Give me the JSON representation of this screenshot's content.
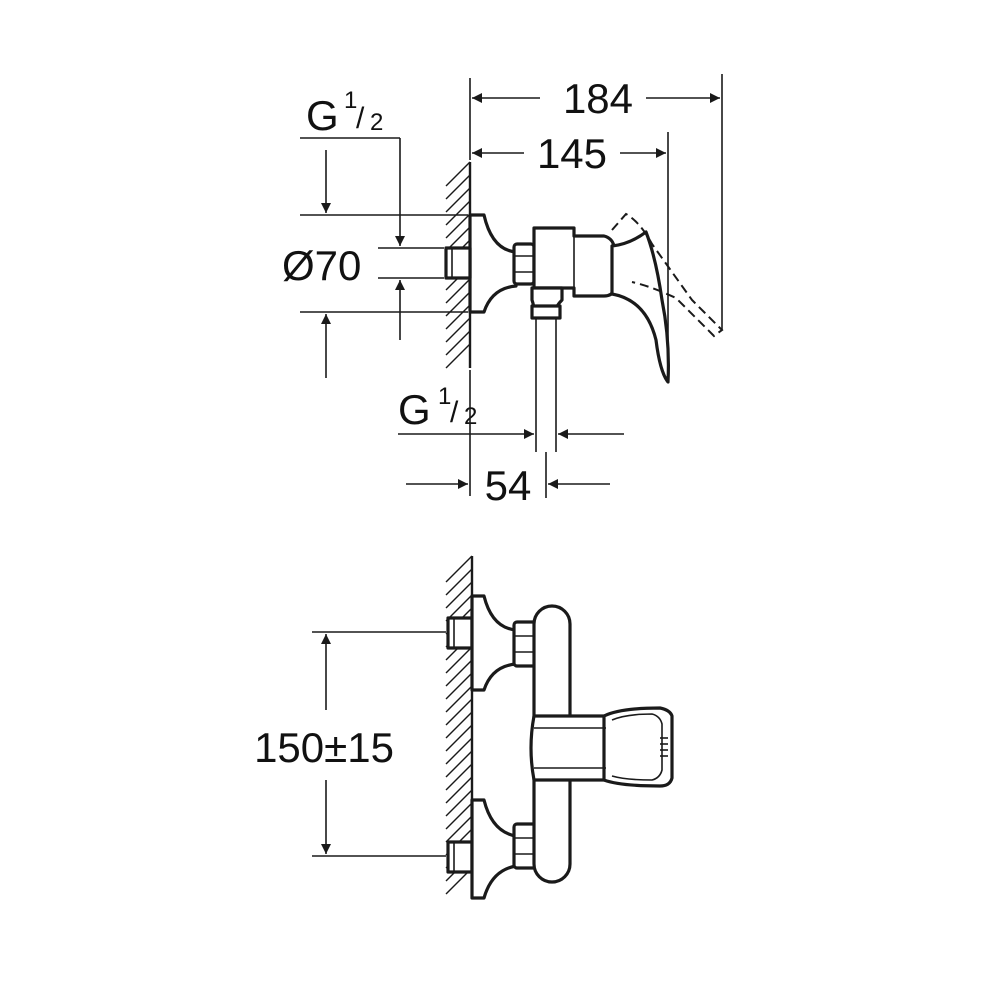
{
  "side_view": {
    "overall_depth": "184",
    "body_depth": "145",
    "inlet_thread": {
      "base": "G",
      "num": "1",
      "den": "2"
    },
    "rosette_diameter": "Ø70",
    "outlet_thread": {
      "base": "G",
      "num": "1",
      "den": "2"
    },
    "outlet_offset": "54"
  },
  "front_view": {
    "inlet_spacing": "150±15"
  }
}
